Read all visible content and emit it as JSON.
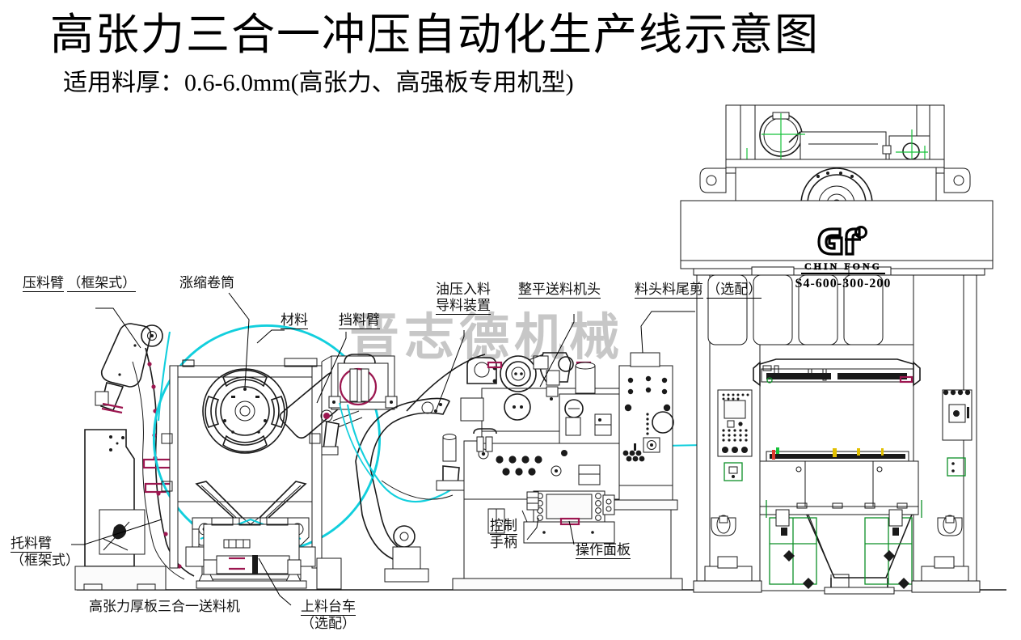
{
  "header": {
    "title": "高张力三合一冲压自动化生产线示意图",
    "subtitle": "适用料厚：0.6-6.0mm(高张力、高强板专用机型)"
  },
  "watermark": "晋志德机械",
  "press_brand": {
    "name": "CHIN FONG",
    "model": "S4-600-300-200"
  },
  "labels": {
    "pressure_arm": {
      "line1": "压料臂",
      "line2": "（框架式）"
    },
    "support_arm": {
      "line1": "托料臂",
      "line2": "（框架式）"
    },
    "expanding_mandrel": {
      "line1": "涨缩卷筒"
    },
    "material": {
      "line1": "材料"
    },
    "stopper_arm": {
      "line1": "挡料臂"
    },
    "hydraulic_feed_guide": {
      "line1": "油压入料",
      "line2": "导料装置"
    },
    "leveler_feeder_head": {
      "line1": "整平送料机头"
    },
    "head_tail_shear": {
      "line1": "料头料尾剪",
      "line2": "（选配）"
    },
    "control_handle": {
      "line1": "控制",
      "line2": "手柄"
    },
    "operation_panel": {
      "line1": "操作面板"
    },
    "three_in_one_feeder": {
      "line1": "高张力厚板三合一送料机"
    },
    "loading_trolley": {
      "line1": "上料台车",
      "line2": "（选配）"
    }
  },
  "colors": {
    "outline": "#1a1a1a",
    "material_strip": "#12cfdd",
    "accent_magenta": "#9c1750",
    "accent_green": "#16c23a",
    "watermark_gray": "#9a9a9a"
  }
}
